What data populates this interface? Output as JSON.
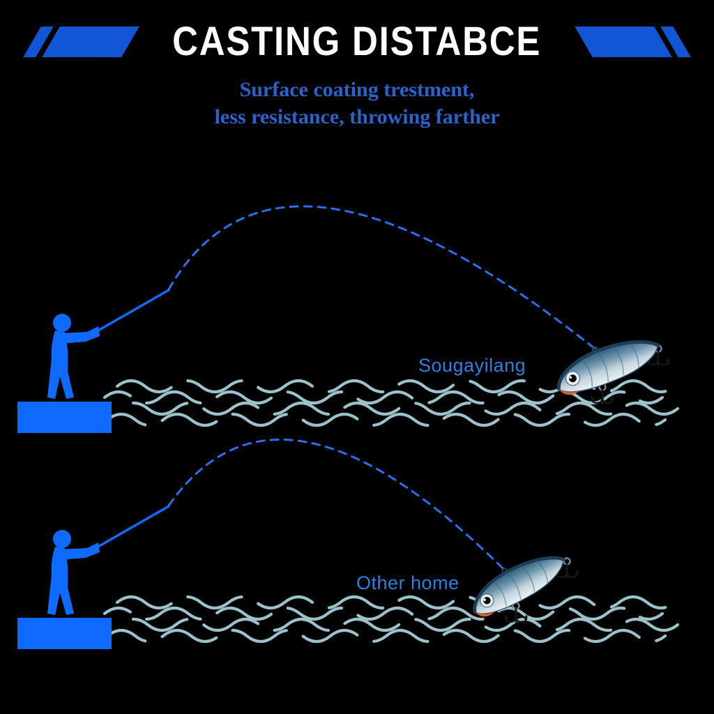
{
  "page": {
    "background_color": "#000000"
  },
  "header": {
    "title": "CASTING DISTABCE",
    "subtitle_lines": [
      "Surface coating trestment,",
      "less resistance, throwing farther"
    ],
    "title_color": "#ffffff",
    "subtitle_color": "#2a63cc",
    "accent_color": "#1256d6"
  },
  "diagram": {
    "figure_color": "#0f6bff",
    "cast_line_color": "#2b6ff0",
    "wave_color": "#a4ccd6",
    "label_color": "#2e7fe0",
    "panels": [
      {
        "label": "Sougayilang",
        "cast": "far"
      },
      {
        "label": "Other home",
        "cast": "short"
      }
    ]
  }
}
